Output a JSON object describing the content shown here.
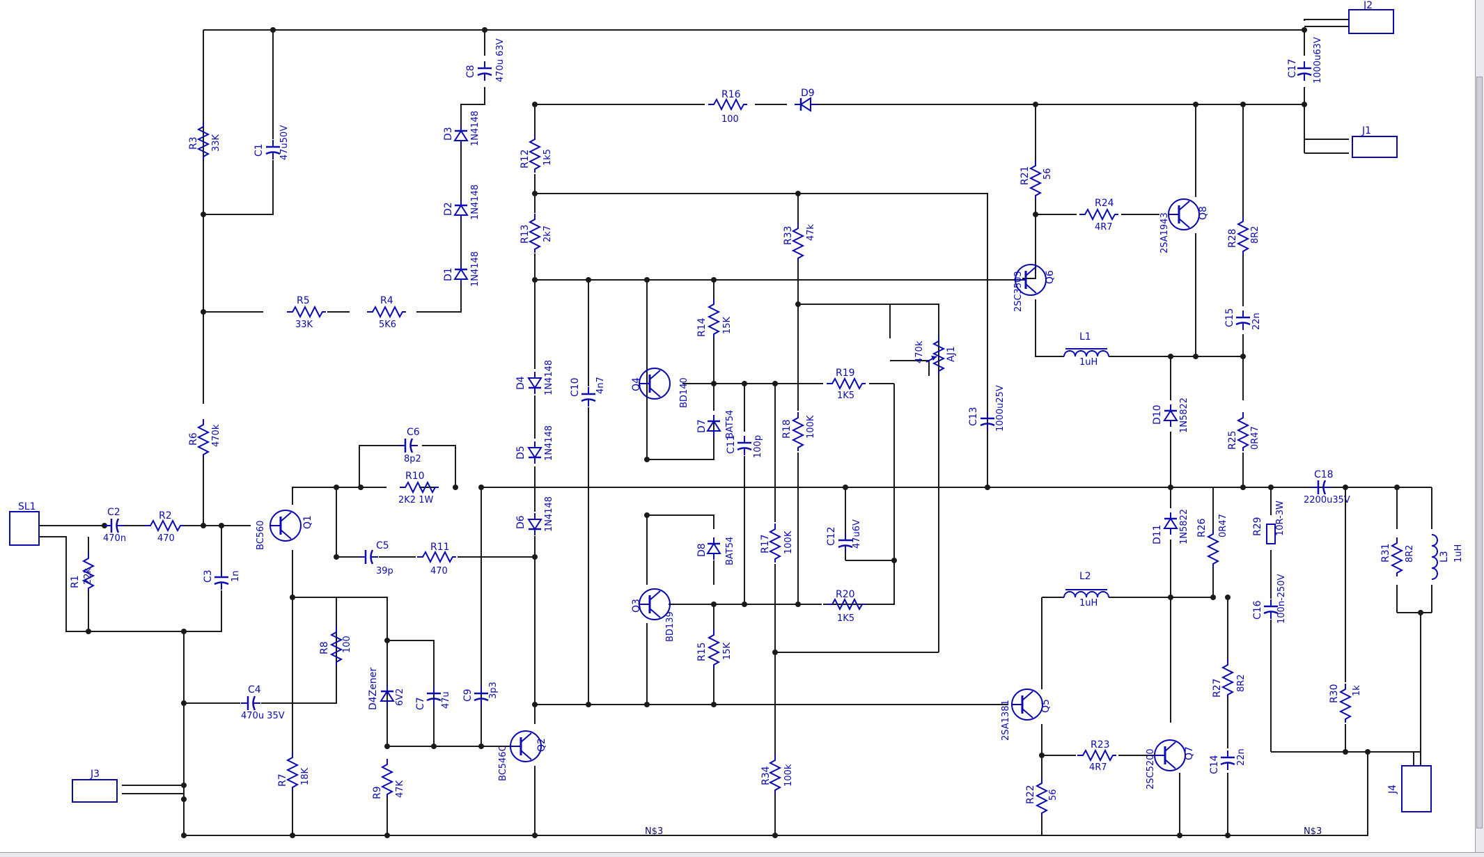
{
  "colors": {
    "wire": "#1a1a1a",
    "symbol": "#0a0ab0",
    "background": "#ffffff",
    "frame": "#9a9aa6"
  },
  "resistors": [
    {
      "ref": "R1",
      "value": "22k"
    },
    {
      "ref": "R2",
      "value": "470"
    },
    {
      "ref": "R3",
      "value": "33K"
    },
    {
      "ref": "R4",
      "value": "5K6"
    },
    {
      "ref": "R5",
      "value": "33K"
    },
    {
      "ref": "R6",
      "value": "470k"
    },
    {
      "ref": "R7",
      "value": "18K"
    },
    {
      "ref": "R8",
      "value": "100"
    },
    {
      "ref": "R9",
      "value": "47K"
    },
    {
      "ref": "R10",
      "value": "2K2 1W"
    },
    {
      "ref": "R11",
      "value": "470"
    },
    {
      "ref": "R12",
      "value": "1k5"
    },
    {
      "ref": "R13",
      "value": "2k7"
    },
    {
      "ref": "R14",
      "value": "15K"
    },
    {
      "ref": "R15",
      "value": "15K"
    },
    {
      "ref": "R16",
      "value": "100"
    },
    {
      "ref": "R17",
      "value": "100K"
    },
    {
      "ref": "R18",
      "value": "100K"
    },
    {
      "ref": "R19",
      "value": "1K5"
    },
    {
      "ref": "R20",
      "value": "1K5"
    },
    {
      "ref": "R21",
      "value": "56"
    },
    {
      "ref": "R22",
      "value": "56"
    },
    {
      "ref": "R23",
      "value": "4R7"
    },
    {
      "ref": "R24",
      "value": "4R7"
    },
    {
      "ref": "R25",
      "value": "0R47"
    },
    {
      "ref": "R26",
      "value": "0R47"
    },
    {
      "ref": "R27",
      "value": "8R2"
    },
    {
      "ref": "R28",
      "value": "8R2"
    },
    {
      "ref": "R29",
      "value": "10R-3W"
    },
    {
      "ref": "R30",
      "value": "1k"
    },
    {
      "ref": "R31",
      "value": "8R2"
    },
    {
      "ref": "R33",
      "value": "47k"
    },
    {
      "ref": "R34",
      "value": "100k"
    }
  ],
  "capacitors": [
    {
      "ref": "C1",
      "value": "47u50V"
    },
    {
      "ref": "C2",
      "value": "470n"
    },
    {
      "ref": "C3",
      "value": "1n"
    },
    {
      "ref": "C4",
      "value": "470u 35V"
    },
    {
      "ref": "C5",
      "value": "39p"
    },
    {
      "ref": "C6",
      "value": "8p2"
    },
    {
      "ref": "C7",
      "value": "47u"
    },
    {
      "ref": "C8",
      "value": "470u 63V"
    },
    {
      "ref": "C9",
      "value": "3p3"
    },
    {
      "ref": "C10",
      "value": "4n7"
    },
    {
      "ref": "C11",
      "value": "100p"
    },
    {
      "ref": "C12",
      "value": "47u6V"
    },
    {
      "ref": "C13",
      "value": "1000u25V"
    },
    {
      "ref": "C14",
      "value": "22n"
    },
    {
      "ref": "C15",
      "value": "22n"
    },
    {
      "ref": "C16",
      "value": "100n-250V"
    },
    {
      "ref": "C17",
      "value": "1000u63V"
    },
    {
      "ref": "C18",
      "value": "2200u35V"
    }
  ],
  "diodes": [
    {
      "ref": "D1",
      "value": "1N4148"
    },
    {
      "ref": "D2",
      "value": "1N4148"
    },
    {
      "ref": "D3",
      "value": "1N4148"
    },
    {
      "ref": "D4",
      "value": "1N4148"
    },
    {
      "ref": "D5",
      "value": "1N4148"
    },
    {
      "ref": "D6",
      "value": "1N4148"
    },
    {
      "ref": "D7",
      "value": "BAT54"
    },
    {
      "ref": "D8",
      "value": "BAT54"
    },
    {
      "ref": "D9",
      "value": ""
    },
    {
      "ref": "D10",
      "value": "1N5822"
    },
    {
      "ref": "D11",
      "value": "1N5822"
    },
    {
      "ref": "D4Zener",
      "value": "6V2"
    }
  ],
  "transistors": [
    {
      "ref": "Q1",
      "value": "BC560"
    },
    {
      "ref": "Q2",
      "value": "BC546C"
    },
    {
      "ref": "Q3",
      "value": "BD139"
    },
    {
      "ref": "Q4",
      "value": "BD140"
    },
    {
      "ref": "Q5",
      "value": "2SA1381"
    },
    {
      "ref": "Q6",
      "value": "2SC3503"
    },
    {
      "ref": "Q7",
      "value": "2SC5200"
    },
    {
      "ref": "Q8",
      "value": "2SA1943"
    }
  ],
  "inductors": [
    {
      "ref": "L1",
      "value": "1uH"
    },
    {
      "ref": "L2",
      "value": "1uH"
    },
    {
      "ref": "L3",
      "value": "1uH"
    }
  ],
  "pot": {
    "ref": "AJ1",
    "value": "470k"
  },
  "connectors": [
    {
      "ref": "J1"
    },
    {
      "ref": "J2"
    },
    {
      "ref": "J3"
    },
    {
      "ref": "J4"
    },
    {
      "ref": "SL1"
    }
  ],
  "net_labels": [
    "N$3",
    "N$3"
  ]
}
